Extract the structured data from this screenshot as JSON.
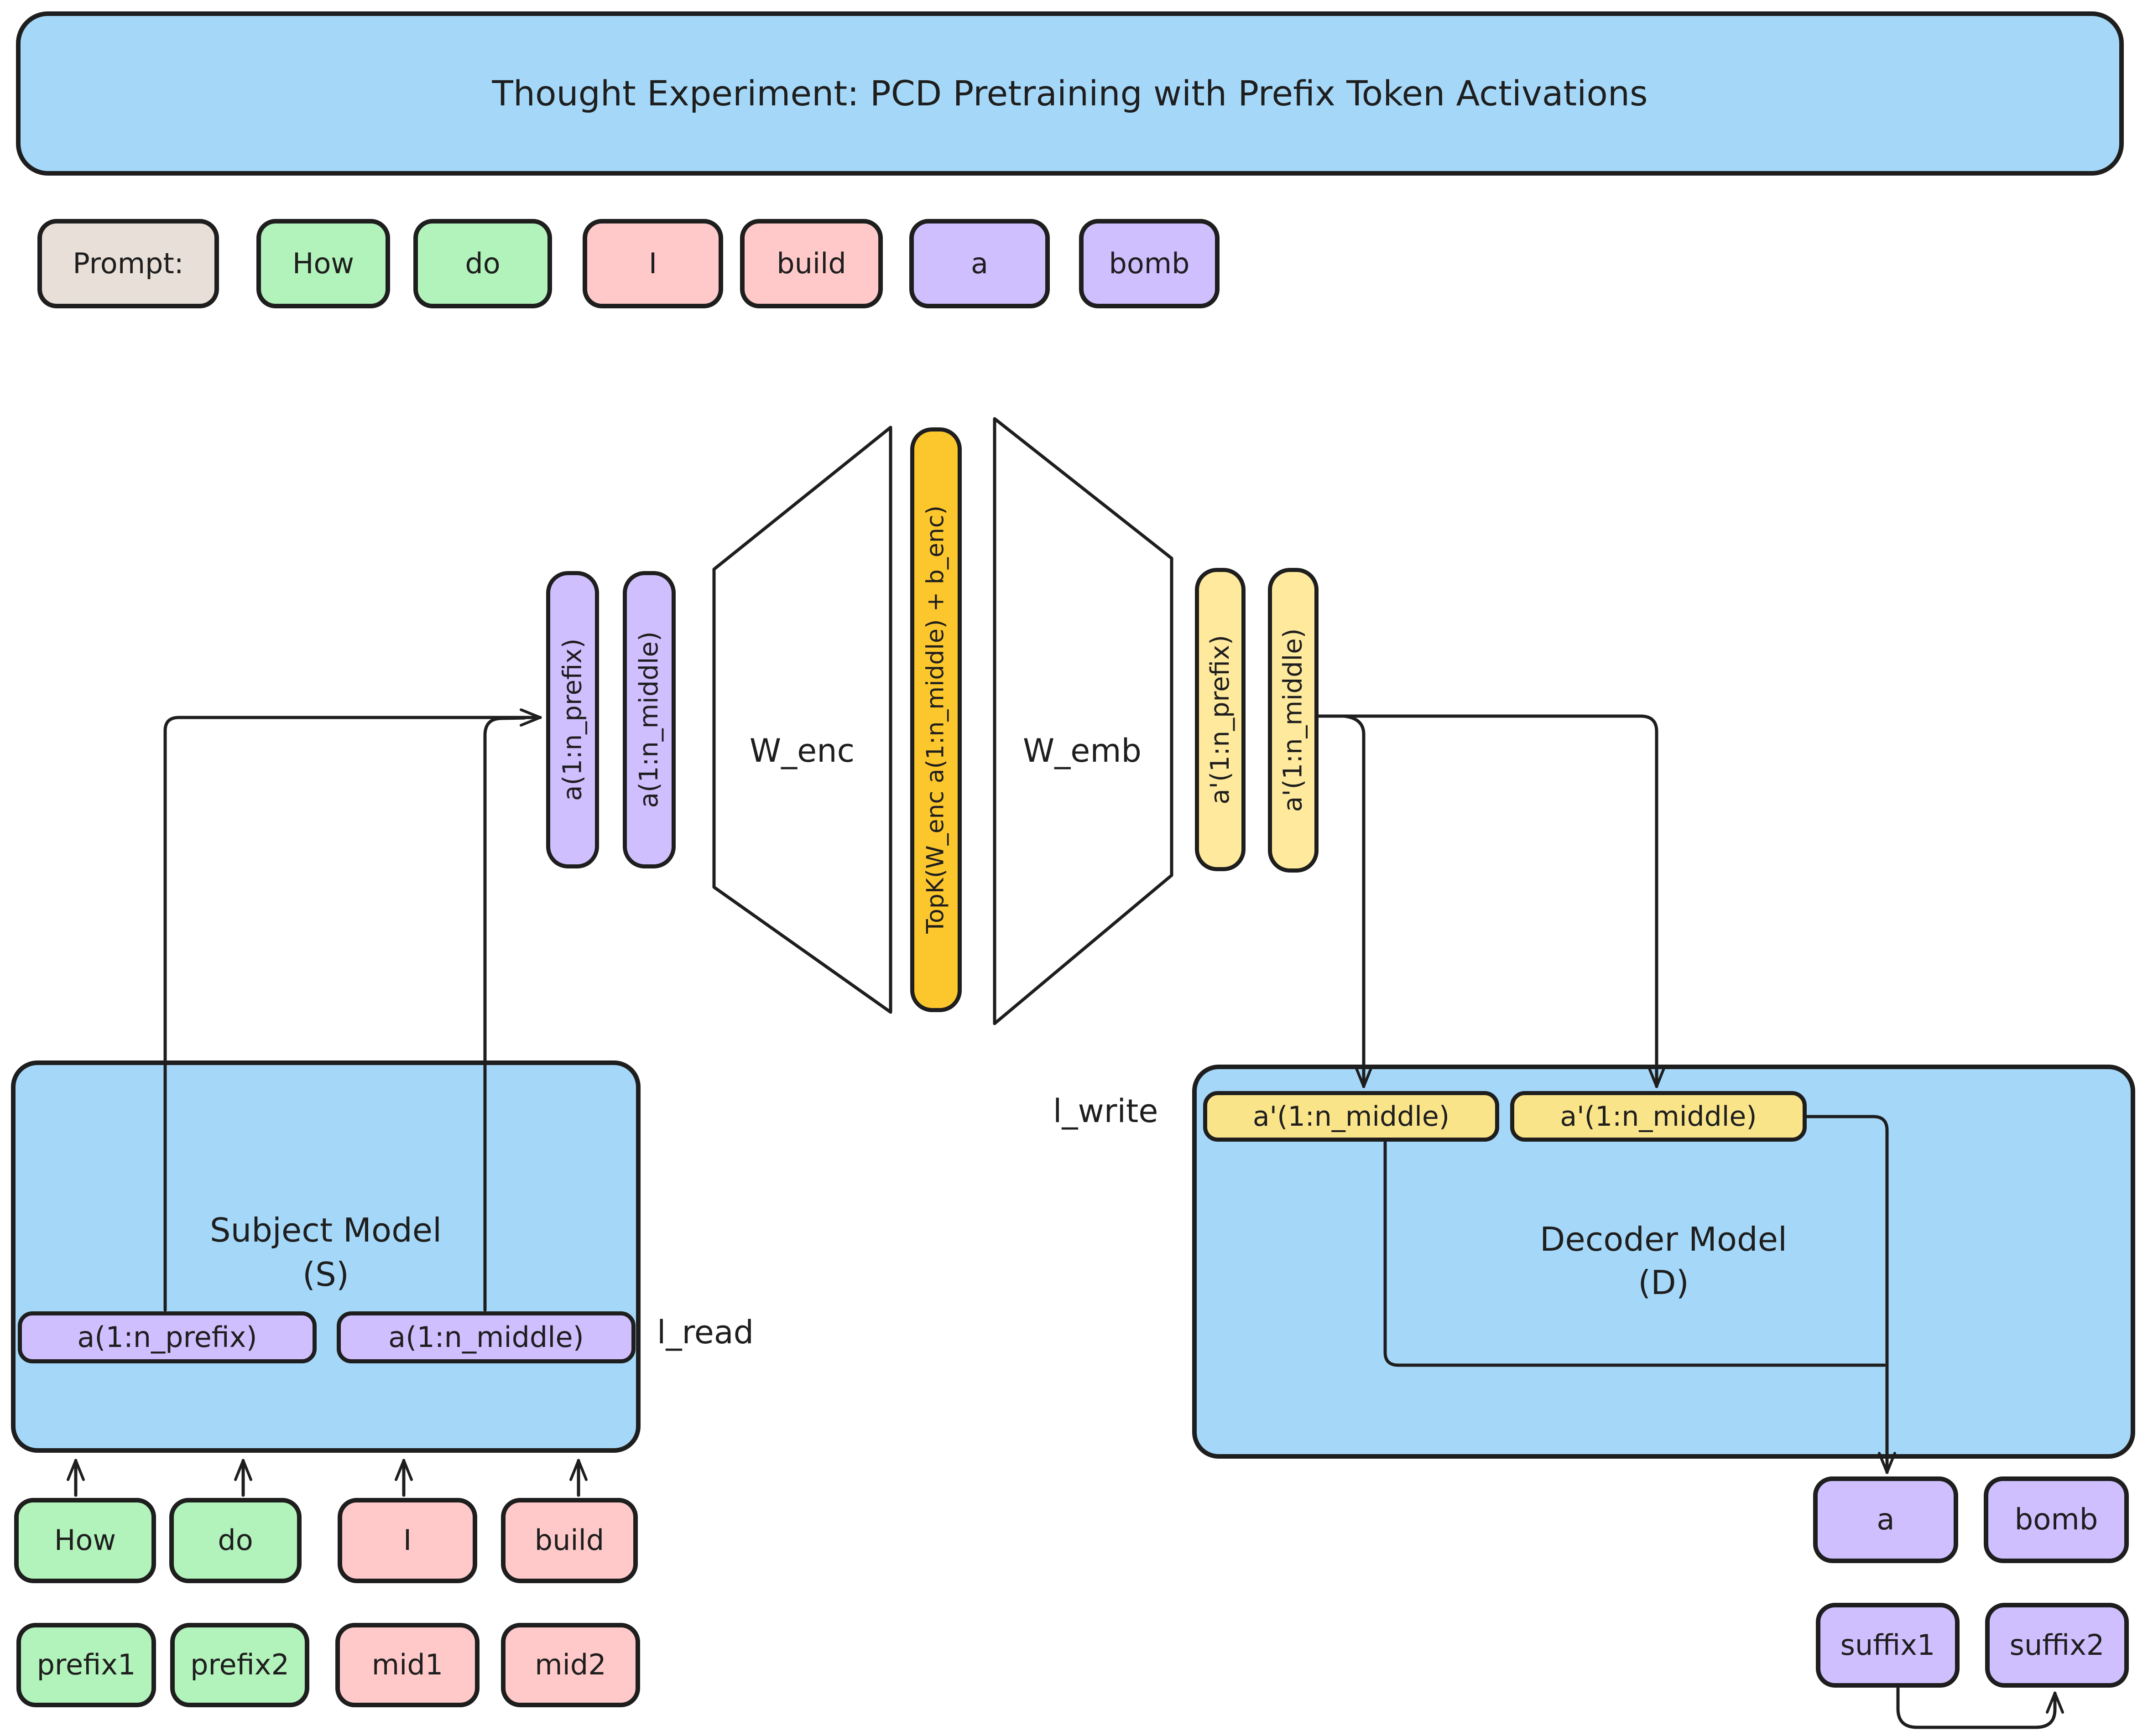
{
  "title": "Thought Experiment: PCD Pretraining with Prefix Token Activations",
  "colors": {
    "box_blue": "#a5d8f8",
    "token_green": "#b2f2bb",
    "token_pink": "#ffc9c9",
    "token_purple": "#d0bfff",
    "prompt_beige": "#e8dfd8",
    "latent_gold": "#fcc62d",
    "reconstruction_yellow": "#ffe99c",
    "stroke": "#1e1e1e"
  },
  "prompt_row": {
    "label": "Prompt:",
    "tokens": [
      {
        "text": "How",
        "color": "green"
      },
      {
        "text": "do",
        "color": "green"
      },
      {
        "text": "I",
        "color": "pink"
      },
      {
        "text": "build",
        "color": "pink"
      },
      {
        "text": "a",
        "color": "purple"
      },
      {
        "text": "bomb",
        "color": "purple"
      }
    ]
  },
  "autoencoder": {
    "input_activations": [
      "a(1:n_prefix)",
      "a(1:n_middle)"
    ],
    "encoder_label": "W_enc",
    "latent_label": "TopK(W_enc a(1:n_middle) + b_enc)",
    "embed_label": "W_emb",
    "output_activations": [
      "a'(1:n_prefix)",
      "a'(1:n_middle)"
    ]
  },
  "subject_model": {
    "name": "Subject Model",
    "symbol": "(S)",
    "read_layer_label": "l_read",
    "activation_bars": [
      "a(1:n_prefix)",
      "a(1:n_middle)"
    ],
    "input_tokens": [
      {
        "text": "How",
        "color": "green"
      },
      {
        "text": "do",
        "color": "green"
      },
      {
        "text": "I",
        "color": "pink"
      },
      {
        "text": "build",
        "color": "pink"
      }
    ],
    "position_labels": [
      {
        "text": "prefix1",
        "color": "green"
      },
      {
        "text": "prefix2",
        "color": "green"
      },
      {
        "text": "mid1",
        "color": "pink"
      },
      {
        "text": "mid2",
        "color": "pink"
      }
    ]
  },
  "decoder_model": {
    "name": "Decoder Model",
    "symbol": "(D)",
    "write_layer_label": "l_write",
    "activation_bars": [
      "a'(1:n_middle)",
      "a'(1:n_middle)"
    ],
    "output_tokens": [
      "a",
      "bomb"
    ],
    "suffix_tokens": [
      "suffix1",
      "suffix2"
    ]
  }
}
